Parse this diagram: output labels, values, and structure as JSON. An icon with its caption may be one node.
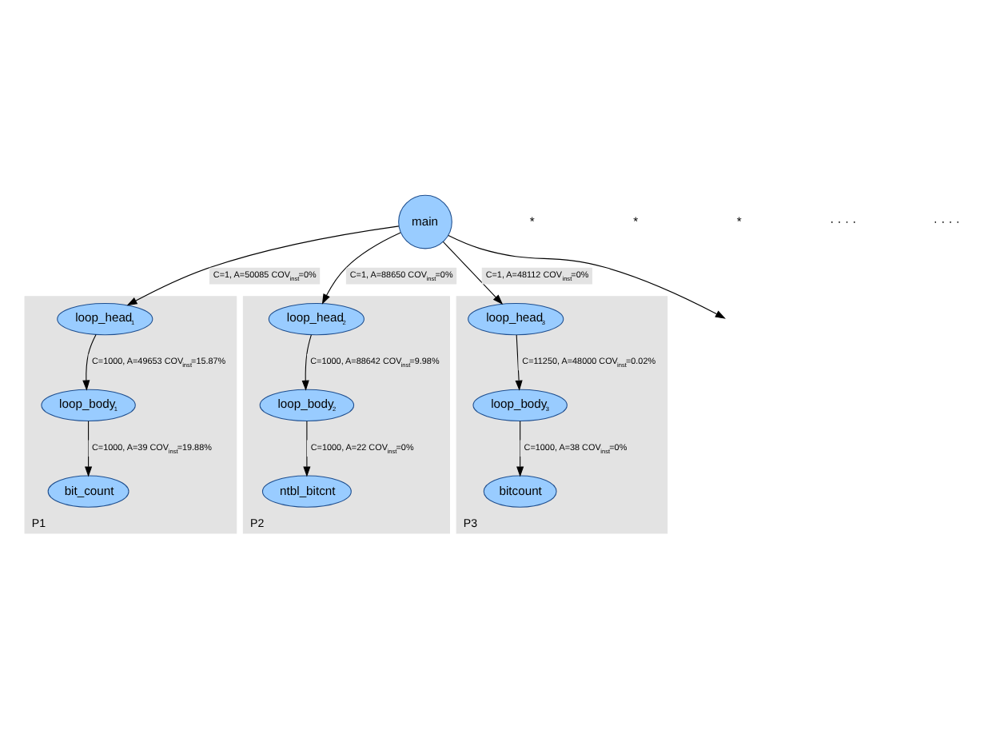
{
  "diagram": {
    "nodes": [
      {
        "text": [
          "main"
        ]
      },
      {
        "text": [
          "P1"
        ]
      },
      {
        "text": [
          "loop_head$_{1}$"
        ],
        "in": 1
      },
      {
        "text": [
          "loop_body$_{1}$"
        ],
        "in": 1
      },
      {
        "text": [
          "bit_count"
        ],
        "in": 1
      },
      {
        "text": [
          "P2"
        ]
      },
      {
        "text": [
          "loop_head$_{2}$"
        ],
        "in": 5
      },
      {
        "text": [
          "loop_body$_{2}$"
        ],
        "in": 5
      },
      {
        "text": [
          "ntbl_bitcnt"
        ],
        "in": 5
      },
      {
        "text": [
          "P3"
        ]
      },
      {
        "text": [
          "loop_head$_{3}$"
        ],
        "in": 9
      },
      {
        "text": [
          "loop_body$_{3}$"
        ],
        "in": 9
      },
      {
        "text": [
          "bitcount"
        ],
        "in": 9
      }
    ],
    "edges": [
      {
        "from": 0,
        "to": 2,
        "arrow": "to",
        "label": "C=1, A=50085 COV$_{inst}$=0%"
      },
      {
        "from": 0,
        "to": 6,
        "arrow": "to",
        "label": "C=1, A=88650 COV$_{inst}$=0%"
      },
      {
        "from": 0,
        "to": 10,
        "arrow": "to",
        "label": "C=1, A=48112 COV$_{inst}$=0%"
      },
      {
        "from": 0,
        "to": null,
        "arrow": "to"
      },
      {
        "from": 2,
        "to": 3,
        "arrow": "to",
        "label": "C=1000, A=49653 COV$_{inst}$=15.87%"
      },
      {
        "from": 3,
        "to": 4,
        "arrow": "to",
        "label": "C=1000, A=39 COV$_{inst}$=19.88%"
      },
      {
        "from": 6,
        "to": 7,
        "arrow": "to",
        "label": "C=1000, A=88642 COV$_{inst}$=9.98%"
      },
      {
        "from": 7,
        "to": 8,
        "arrow": "to",
        "label": "C=1000, A=22 COV$_{inst}$=0%"
      },
      {
        "from": 10,
        "to": 11,
        "arrow": "to",
        "label": "C=11250, A=48000 COV$_{inst}$=0.02%"
      },
      {
        "from": 11,
        "to": 12,
        "arrow": "to",
        "label": "C=1000, A=38 COV$_{inst}$=0%"
      }
    ],
    "labels": [
      "*",
      "*",
      "*",
      "· · · ·",
      "· · · ·"
    ]
  }
}
